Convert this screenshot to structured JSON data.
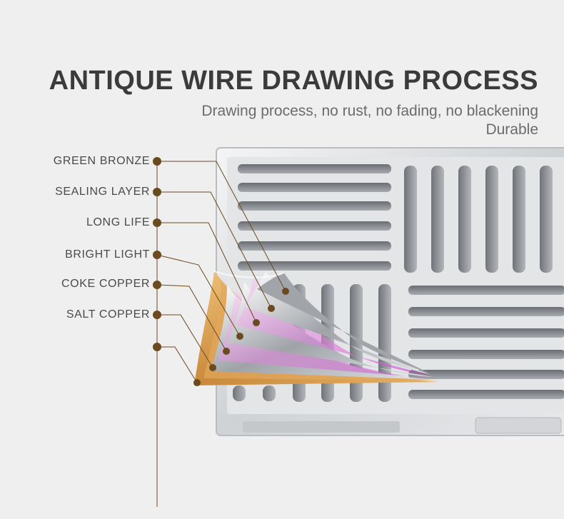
{
  "header": {
    "title": "ANTIQUE WIRE DRAWING PROCESS",
    "subtitle_line1": "Drawing process, no rust, no fading, no blackening",
    "subtitle_line2": "Durable"
  },
  "layers": [
    {
      "label": "GREEN BRONZE"
    },
    {
      "label": "SEALING LAYER"
    },
    {
      "label": "LONG LIFE"
    },
    {
      "label": "BRIGHT LIGHT"
    },
    {
      "label": "COKE COPPER"
    },
    {
      "label": "SALT COPPER"
    },
    {
      "label": ""
    }
  ],
  "colors": {
    "background": "#efefef",
    "title": "#3b3b3b",
    "subtitle": "#6b6b6b",
    "callout_line": "#6b4a1f",
    "callout_dot": "#6b4a1f",
    "steel": "#d6d8db",
    "gold": "#d9a45a",
    "magenta": "#d64fd6"
  },
  "icons": {
    "product": "drain-grate-image",
    "layers": "layer-cross-section-image"
  }
}
